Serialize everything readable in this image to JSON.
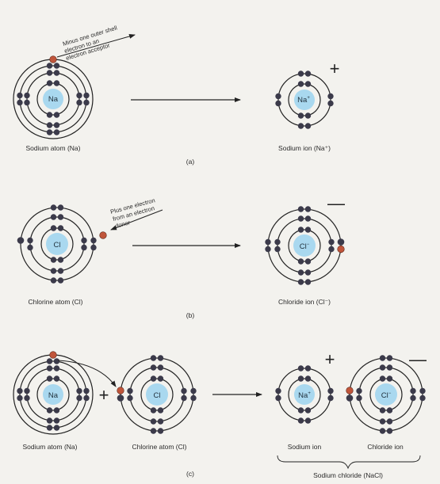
{
  "panel_a": {
    "note": [
      "Minus one outer shell",
      "electron to an",
      "electron acceptor"
    ],
    "atom_label": "Sodium atom (Na)",
    "atom_symbol": "Na",
    "ion_label": "Sodium ion (Na⁺)",
    "ion_symbol": "Na",
    "ion_charge": "+",
    "sign": "+",
    "panel_tag": "(a)"
  },
  "panel_b": {
    "note": [
      "Plus one electron",
      "from an electron",
      "donor"
    ],
    "atom_label": "Chlorine atom (Cl)",
    "atom_symbol": "Cl",
    "ion_label": "Chloride ion (Cl⁻)",
    "ion_symbol": "Cl",
    "ion_charge": "−",
    "sign": "—",
    "panel_tag": "(b)"
  },
  "panel_c": {
    "sodium_atom_label": "Sodium atom (Na)",
    "chlorine_atom_label": "Chlorine atom (Cl)",
    "sodium_ion_label": "Sodium ion",
    "chloride_ion_label": "Chloride ion",
    "compound_label": "Sodium chloride (NaCl)",
    "na_symbol": "Na",
    "cl_symbol": "Cl",
    "plus_between": "+",
    "ion_plus_sign": "+",
    "ion_minus_sign": "—",
    "na_charge": "+",
    "cl_charge": "−",
    "panel_tag": "(c)"
  },
  "colors": {
    "background": "#f3f2ee",
    "nucleus": "#a9d8ef",
    "shell": "#222222",
    "electron": "#3b3a4a",
    "transferred_electron": "#c0553a"
  }
}
